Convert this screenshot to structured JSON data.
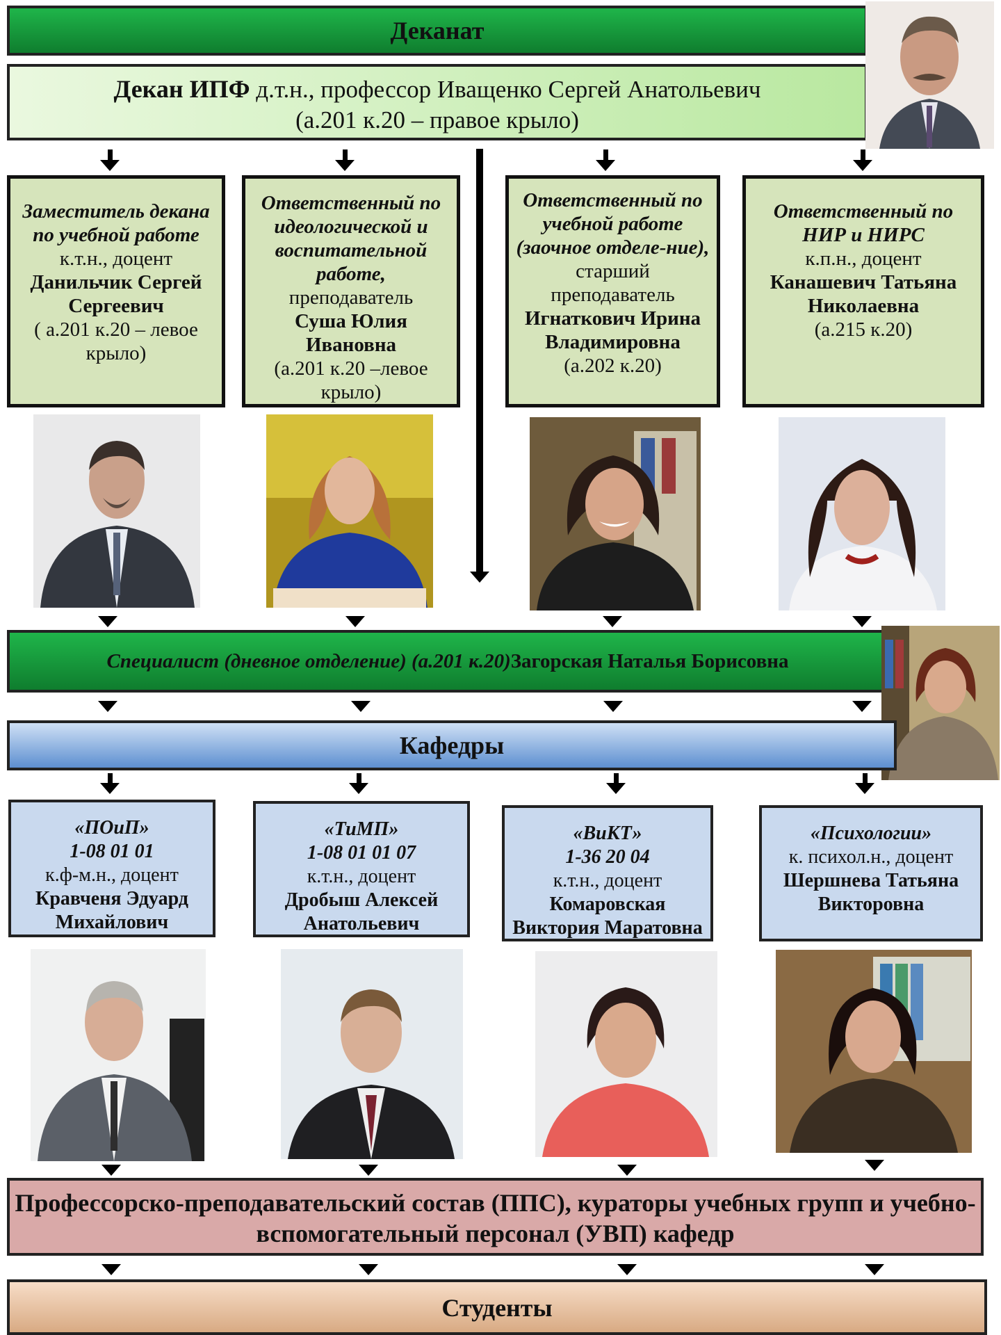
{
  "dean_bar": {
    "title": "Деканат"
  },
  "head": {
    "role": "Декан ИПФ",
    "desc": " д.т.н., профессор Иващенко Сергей Анатольевич",
    "room": "(а.201 к.20 – правое крыло)"
  },
  "deputies": [
    {
      "role": "Заместитель декана по учебной работе",
      "degree": "к.т.н., доцент",
      "name": "Данильчик Сергей Сергеевич",
      "room": "( а.201 к.20 – левое крыло)"
    },
    {
      "role": "Ответственный по идеологической и воспитательной работе,",
      "degree": "преподаватель",
      "name": "Суша Юлия Ивановна",
      "room": "(а.201 к.20 –левое крыло)"
    },
    {
      "role": "Ответственный по учебной работе (заочное отделе-ние),",
      "degree": " старший преподаватель",
      "name": "Игнаткович Ирина Владимировна",
      "room": "(а.202 к.20)"
    },
    {
      "role": "Ответственный по НИР и НИРС",
      "degree": "к.п.н., доцент",
      "name": "Канашевич Татьяна Николаевна",
      "room": "(а.215 к.20)"
    }
  ],
  "specialist": {
    "role": "Специалист (дневное отделение) (а.201 к.20)",
    "name": " Загорская Наталья Борисовна"
  },
  "kafedry_bar": {
    "title": "Кафедры"
  },
  "departments": [
    {
      "name": "«ПОиП»",
      "code": "1-08 01 01",
      "degree": "к.ф-м.н., доцент",
      "head": "Кравченя Эдуард Михайлович"
    },
    {
      "name": "«ТиМП»",
      "code": "1-08 01 01 07",
      "degree": "к.т.н., доцент",
      "head": "Дробыш Алексей Анатольевич"
    },
    {
      "name": "«ВиКТ»",
      "code": "1-36 20 04",
      "degree": "к.т.н., доцент",
      "head": "Комаровская Виктория Маратовна"
    },
    {
      "name": "«Психологии»",
      "code": "",
      "degree": "к. психол.н., доцент",
      "head": "Шершнева Татьяна Викторовна"
    }
  ],
  "staff_bar": {
    "text": "Профессорско-преподавательский состав (ППС), кураторы учебных групп и учебно-вспомогательный персонал (УВП) кафедр"
  },
  "students_bar": {
    "text": "Студенты"
  },
  "colors": {
    "green": "#1fb54a",
    "light_green": "#d6e4bb",
    "blue": "#c9d9ee",
    "rose": "#d9a9a8",
    "peach": "#e8c2a0"
  },
  "photos": [
    "dean-photo",
    "deputy-photo-1",
    "deputy-photo-2",
    "deputy-photo-3",
    "deputy-photo-4",
    "specialist-photo",
    "dept-head-photo-1",
    "dept-head-photo-2",
    "dept-head-photo-3",
    "dept-head-photo-4"
  ]
}
